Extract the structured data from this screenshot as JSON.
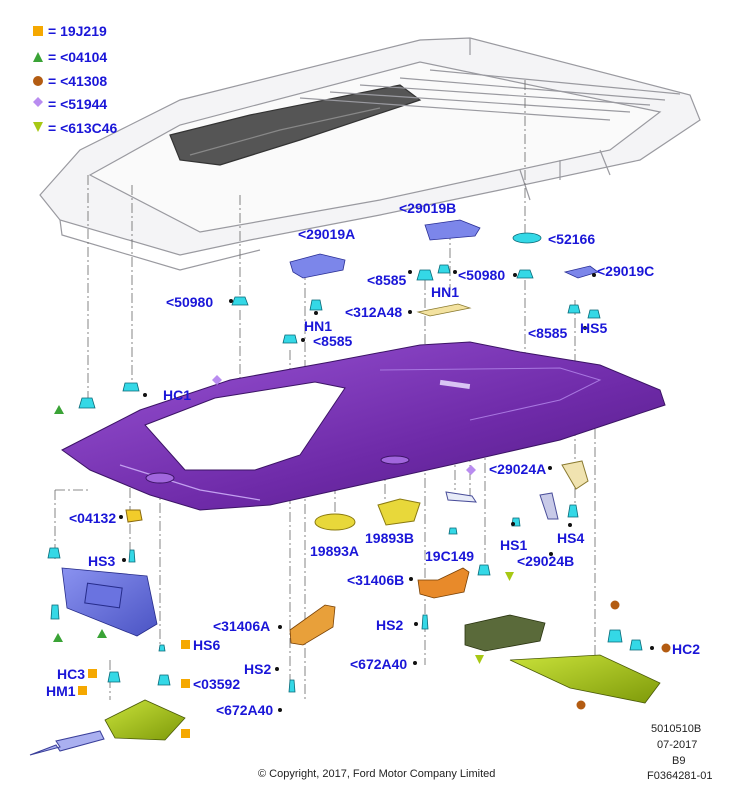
{
  "legend": [
    {
      "symbol": "square",
      "color": "#f5a800",
      "code": "19J219"
    },
    {
      "symbol": "triangle-up",
      "color": "#3aa336",
      "code": "<04104"
    },
    {
      "symbol": "circle",
      "color": "#b35c12",
      "code": "<41308"
    },
    {
      "symbol": "diamond",
      "color": "#b98cf0",
      "code": "<51944"
    },
    {
      "symbol": "triangle-down",
      "color": "#a7c814",
      "code": "<613C46"
    }
  ],
  "legend_equals": "=",
  "callouts": {
    "c29019B": "<29019B",
    "c29019A": "<29019A",
    "c52166": "<52166",
    "c8585_top": "<8585",
    "c50980_right": "<50980",
    "c29019C": "<29019C",
    "hn1_right": "HN1",
    "c50980_left": "<50980",
    "c312A48": "<312A48",
    "hn1_left": "HN1",
    "c8585_right": "<8585",
    "hs5": "HS5",
    "c8585_left": "<8585",
    "hc1": "HC1",
    "c29024A": "<29024A",
    "c04132": "<04132",
    "c19893A": "19893A",
    "c19893B": "19893B",
    "c19C149": "19C149",
    "hs1": "HS1",
    "hs4": "HS4",
    "c29024B": "<29024B",
    "hs3": "HS3",
    "c31406B": "<31406B",
    "c31406A": "<31406A",
    "hs6": "HS6",
    "hs2_right": "HS2",
    "hc3": "HC3",
    "hm1": "HM1",
    "c03592": "<03592",
    "hs2_left": "HS2",
    "c672A40_right": "<672A40",
    "c672A40_left": "<672A40",
    "hc2": "HC2"
  },
  "colors": {
    "label": "#1a16d8",
    "headliner": "#7a35b8",
    "clip": "#34d8e6",
    "handle": "#e88a2a",
    "console": "#a7c814",
    "visor": "#6a73e0",
    "roof_line": "#9a9aa0"
  },
  "footer": {
    "code": "5010510B",
    "date": "07-2017",
    "rev": "B9",
    "copyright": "© Copyright, 2017, Ford Motor Company Limited",
    "figure": "F0364281-01"
  }
}
